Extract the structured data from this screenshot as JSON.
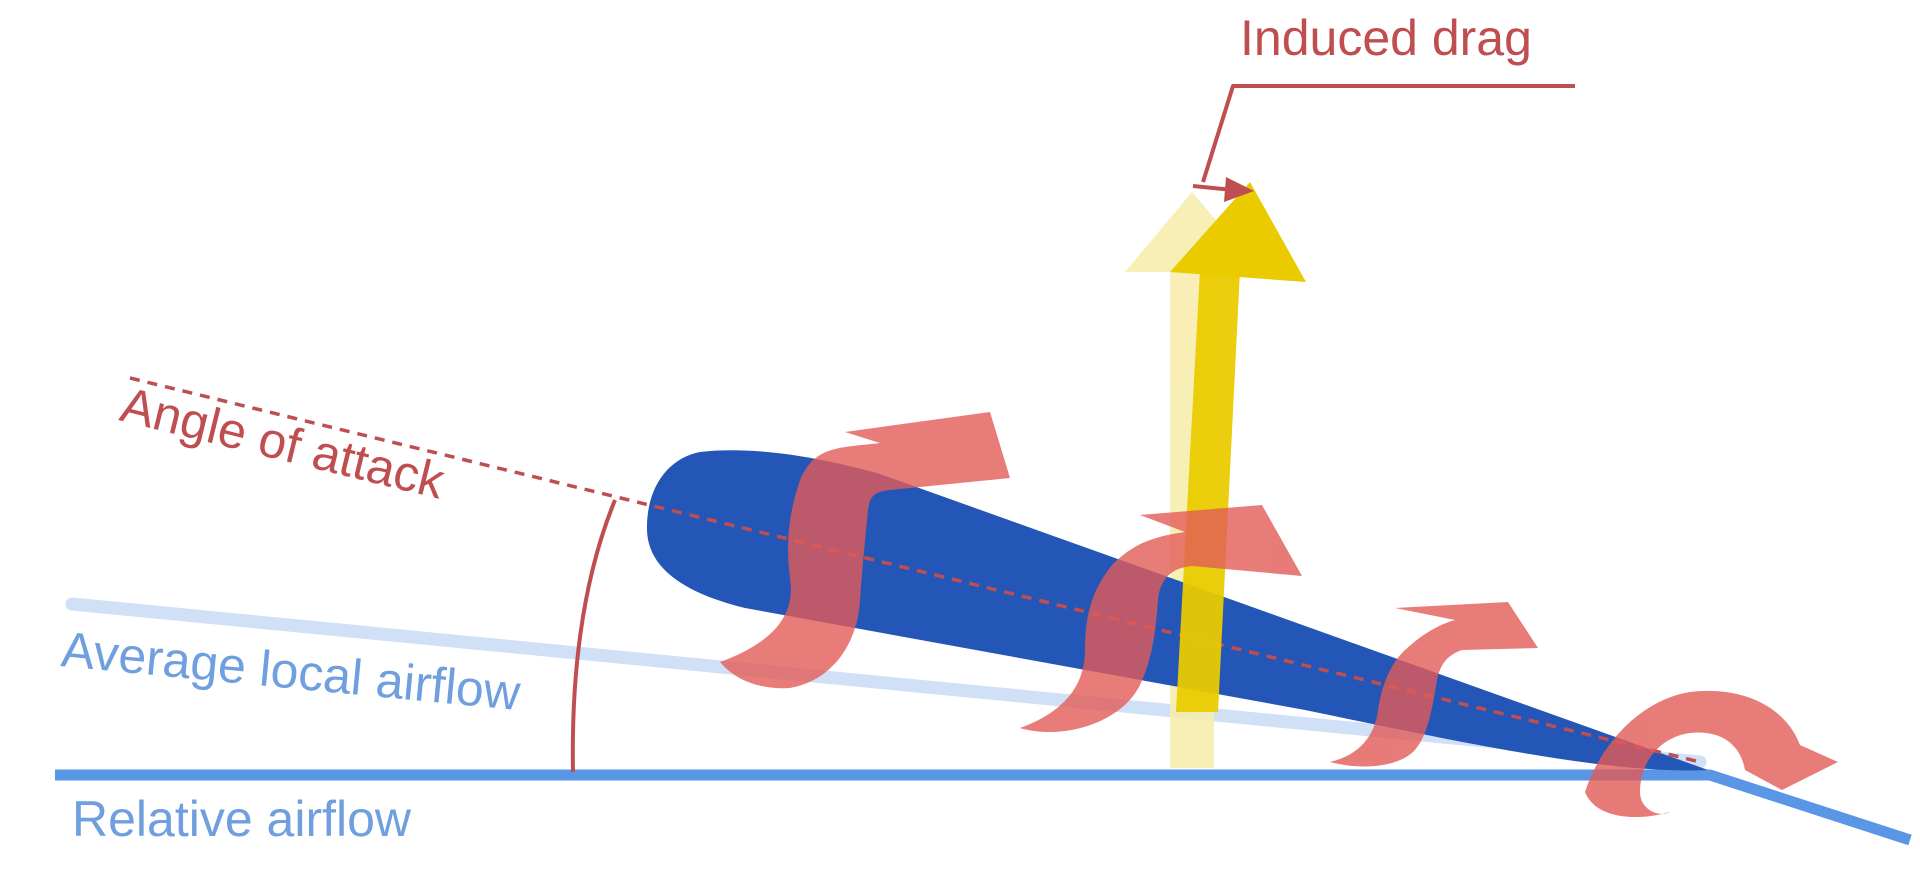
{
  "labels": {
    "induced_drag": "Induced drag",
    "angle_of_attack": "Angle of attack",
    "average_local_airflow": "Average local airflow",
    "relative_airflow": "Relative airflow"
  },
  "colors": {
    "background": "#ffffff",
    "airfoil": "#2456b8",
    "annotation_red": "#bf4e50",
    "vortex_red": "#e25b57",
    "lift_yellow": "#eacb00",
    "lift_yellow_pale": "#f7ecaa",
    "relative_airflow_blue": "#5a96e6",
    "average_airflow_blue": "#cfe0f7",
    "label_blue": "#6f9fde"
  }
}
